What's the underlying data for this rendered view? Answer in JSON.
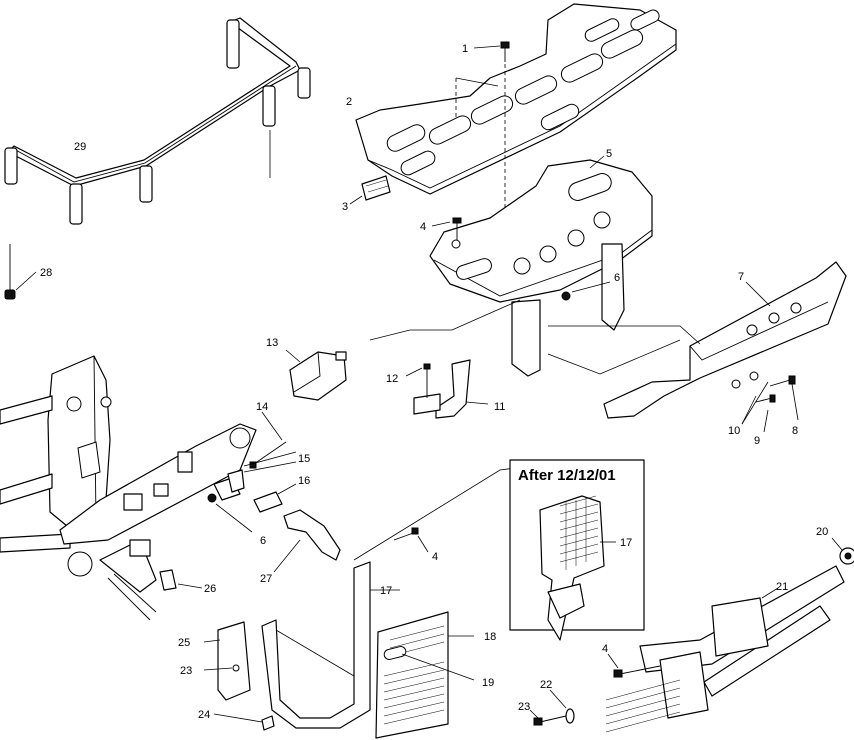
{
  "diagram": {
    "inset_title": "After 12/12/01",
    "callouts": {
      "c1": "1",
      "c2": "2",
      "c3": "3",
      "c4a": "4",
      "c4b": "4",
      "c4c": "4",
      "c5": "5",
      "c6a": "6",
      "c6b": "6",
      "c7": "7",
      "c8": "8",
      "c9": "9",
      "c10": "10",
      "c11": "11",
      "c12": "12",
      "c13": "13",
      "c14": "14",
      "c15": "15",
      "c16": "16",
      "c17a": "17",
      "c17b": "17",
      "c18": "18",
      "c19": "19",
      "c20": "20",
      "c21": "21",
      "c22": "22",
      "c23a": "23",
      "c23b": "23",
      "c24": "24",
      "c25": "25",
      "c26": "26",
      "c27": "27",
      "c28": "28",
      "c29": "29"
    }
  }
}
